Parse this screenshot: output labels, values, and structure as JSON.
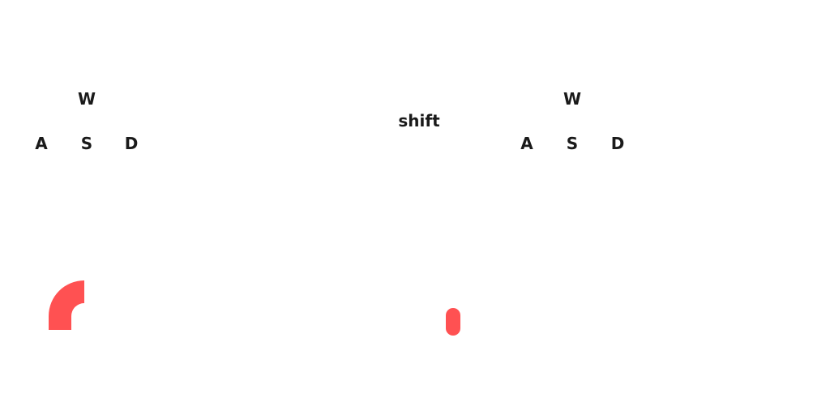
{
  "left_controls": {
    "up": "W",
    "left": "A",
    "down": "S",
    "right": "D"
  },
  "modifier": {
    "label": "shift"
  },
  "right_controls": {
    "up": "W",
    "left": "A",
    "down": "S",
    "right": "D"
  },
  "colors": {
    "accent": "#ff5152",
    "text": "#1a1a1a",
    "background": "#ffffff"
  }
}
